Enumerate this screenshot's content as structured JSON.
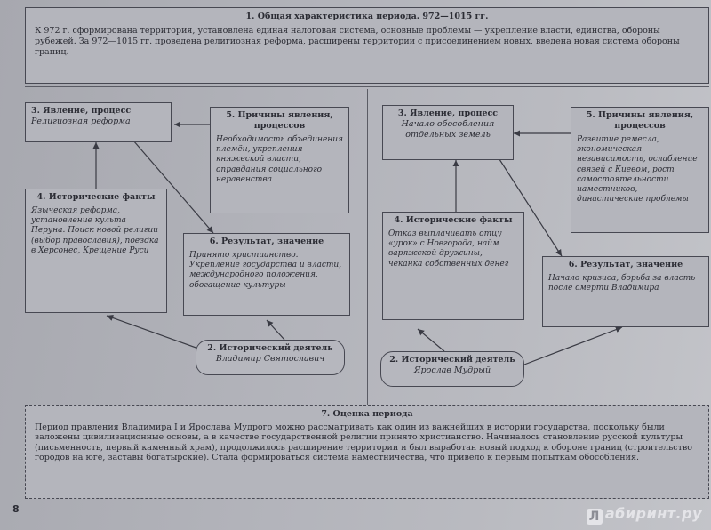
{
  "section1": {
    "title": "1. Общая характеристика периода. 972—1015 гг.",
    "text": "К 972 г. сформирована территория, установлена единая налоговая система, основные проблемы — укрепление власти, единства, обороны рубежей. За 972—1015 гг. проведена религиозная реформа, расширены территории с присоединением новых, введена новая система обороны границ."
  },
  "left": {
    "phenomenon": {
      "title": "3. Явление, процесс",
      "text": "Религиозная реформа"
    },
    "causes": {
      "title": "5. Причины явления, процессов",
      "text": "Необходимость объединения племён, укрепления княжеской власти, оправдания социального неравенства"
    },
    "facts": {
      "title": "4. Исторические факты",
      "text": "Языческая реформа, установление культа Перуна. Поиск новой религии (выбор православия), поездка в Херсонес, Крещение Руси"
    },
    "result": {
      "title": "6. Результат, значение",
      "text": "Принято христианство. Укрепление государства и власти, международного положения, обогащение культуры"
    },
    "figure": {
      "title": "2. Исторический деятель",
      "name": "Владимир Святославич"
    }
  },
  "right": {
    "phenomenon": {
      "title": "3. Явление, процесс",
      "text": "Начало обособления отдельных земель"
    },
    "causes": {
      "title": "5. Причины явления, процессов",
      "text": "Развитие ремесла, экономическая независимость, ослабление связей с Киевом, рост самостоятельности наместников, династические проблемы"
    },
    "facts": {
      "title": "4. Исторические факты",
      "text": "Отказ выплачивать отцу «урок» с Новгорода, найм варяжской дружины, чеканка собственных денег"
    },
    "result": {
      "title": "6. Результат, значение",
      "text": "Начало кризиса, борьба за власть после смерти Владимира"
    },
    "figure": {
      "title": "2. Исторический деятель",
      "name": "Ярослав Мудрый"
    }
  },
  "section7": {
    "title": "7. Оценка периода",
    "text": "Период правления Владимира I и Ярослава Мудрого можно рассматривать как один из важнейших в истории государства, поскольку были заложены цивилизационные основы, а в качестве государственной религии принято христианство. Начиналось становление русской культуры (письменность, первый каменный храм), продолжилось расширение территории и был выработан новый подход к обороне границ (строительство городов на юге, заставы богатырские). Стала формироваться система наместничества, что привело к первым попыткам обособления."
  },
  "page_number": "8",
  "watermark": {
    "logo": "Л",
    "text": "абиринт.ру"
  }
}
